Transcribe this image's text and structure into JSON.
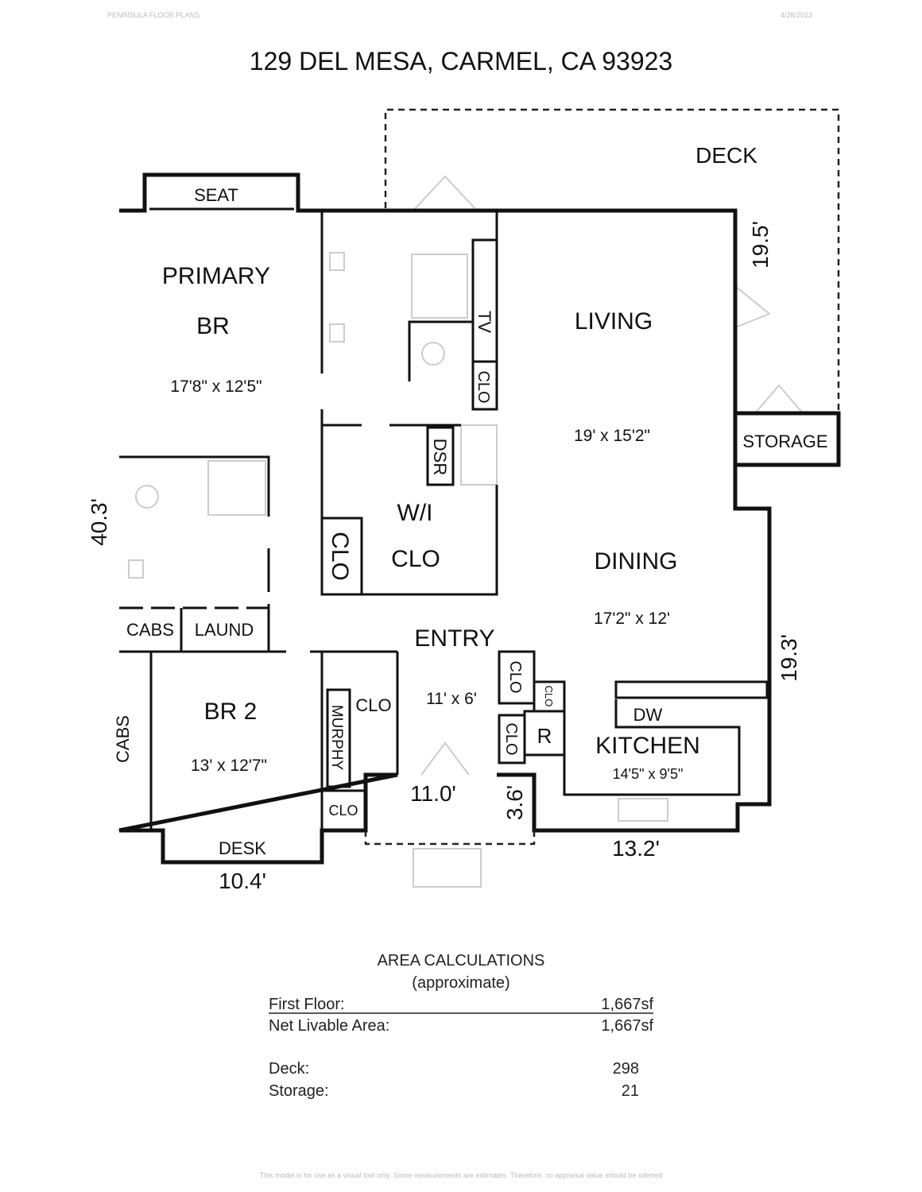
{
  "header": {
    "company": "PENINSULA FLOOR PLANS",
    "code": "4/28/2023"
  },
  "title": "129 DEL MESA, CARMEL, CA  93923",
  "rooms": {
    "primary_br": {
      "label1": "PRIMARY",
      "label2": "BR",
      "size": "17'8\" x 12'5\""
    },
    "living": {
      "label": "LIVING",
      "size": "19' x 15'2\""
    },
    "dining": {
      "label": "DINING",
      "size": "17'2\" x 12'"
    },
    "wi_clo": {
      "label1": "W/I",
      "label2": "CLO"
    },
    "entry": {
      "label": "ENTRY",
      "size": "11' x 6'"
    },
    "br2": {
      "label": "BR 2",
      "size": "13' x 12'7\""
    },
    "kitchen": {
      "label": "KITCHEN",
      "size": "14'5\" x 9'5\""
    },
    "deck": "DECK",
    "storage": "STORAGE",
    "seat": "SEAT",
    "desk": "DESK",
    "tv": "TV",
    "clo": "CLO",
    "dsr": "DSR",
    "cabs": "CABS",
    "laund": "LAUND",
    "murphy": "MURPHY",
    "dw": "DW",
    "r": "R"
  },
  "dimensions": {
    "left": "40.3'",
    "deck_side": "19.5'",
    "right": "19.3'",
    "bottom_left": "10.4'",
    "entry_width": "11.0'",
    "entry_depth": "3.6'",
    "bottom_right": "13.2'"
  },
  "area": {
    "title": "AREA CALCULATIONS",
    "subtitle": "(approximate)",
    "rows": [
      {
        "label": "First  Floor:",
        "value": "1,667sf"
      },
      {
        "label": "Net Livable Area:",
        "value": "1,667sf"
      },
      {
        "label": "Deck:",
        "value": "298"
      },
      {
        "label": "Storage:",
        "value": "21"
      }
    ]
  },
  "footer": "This model is for use as a visual tool only. Some measurements are estimates. Therefore, no appraisal value should be inferred"
}
